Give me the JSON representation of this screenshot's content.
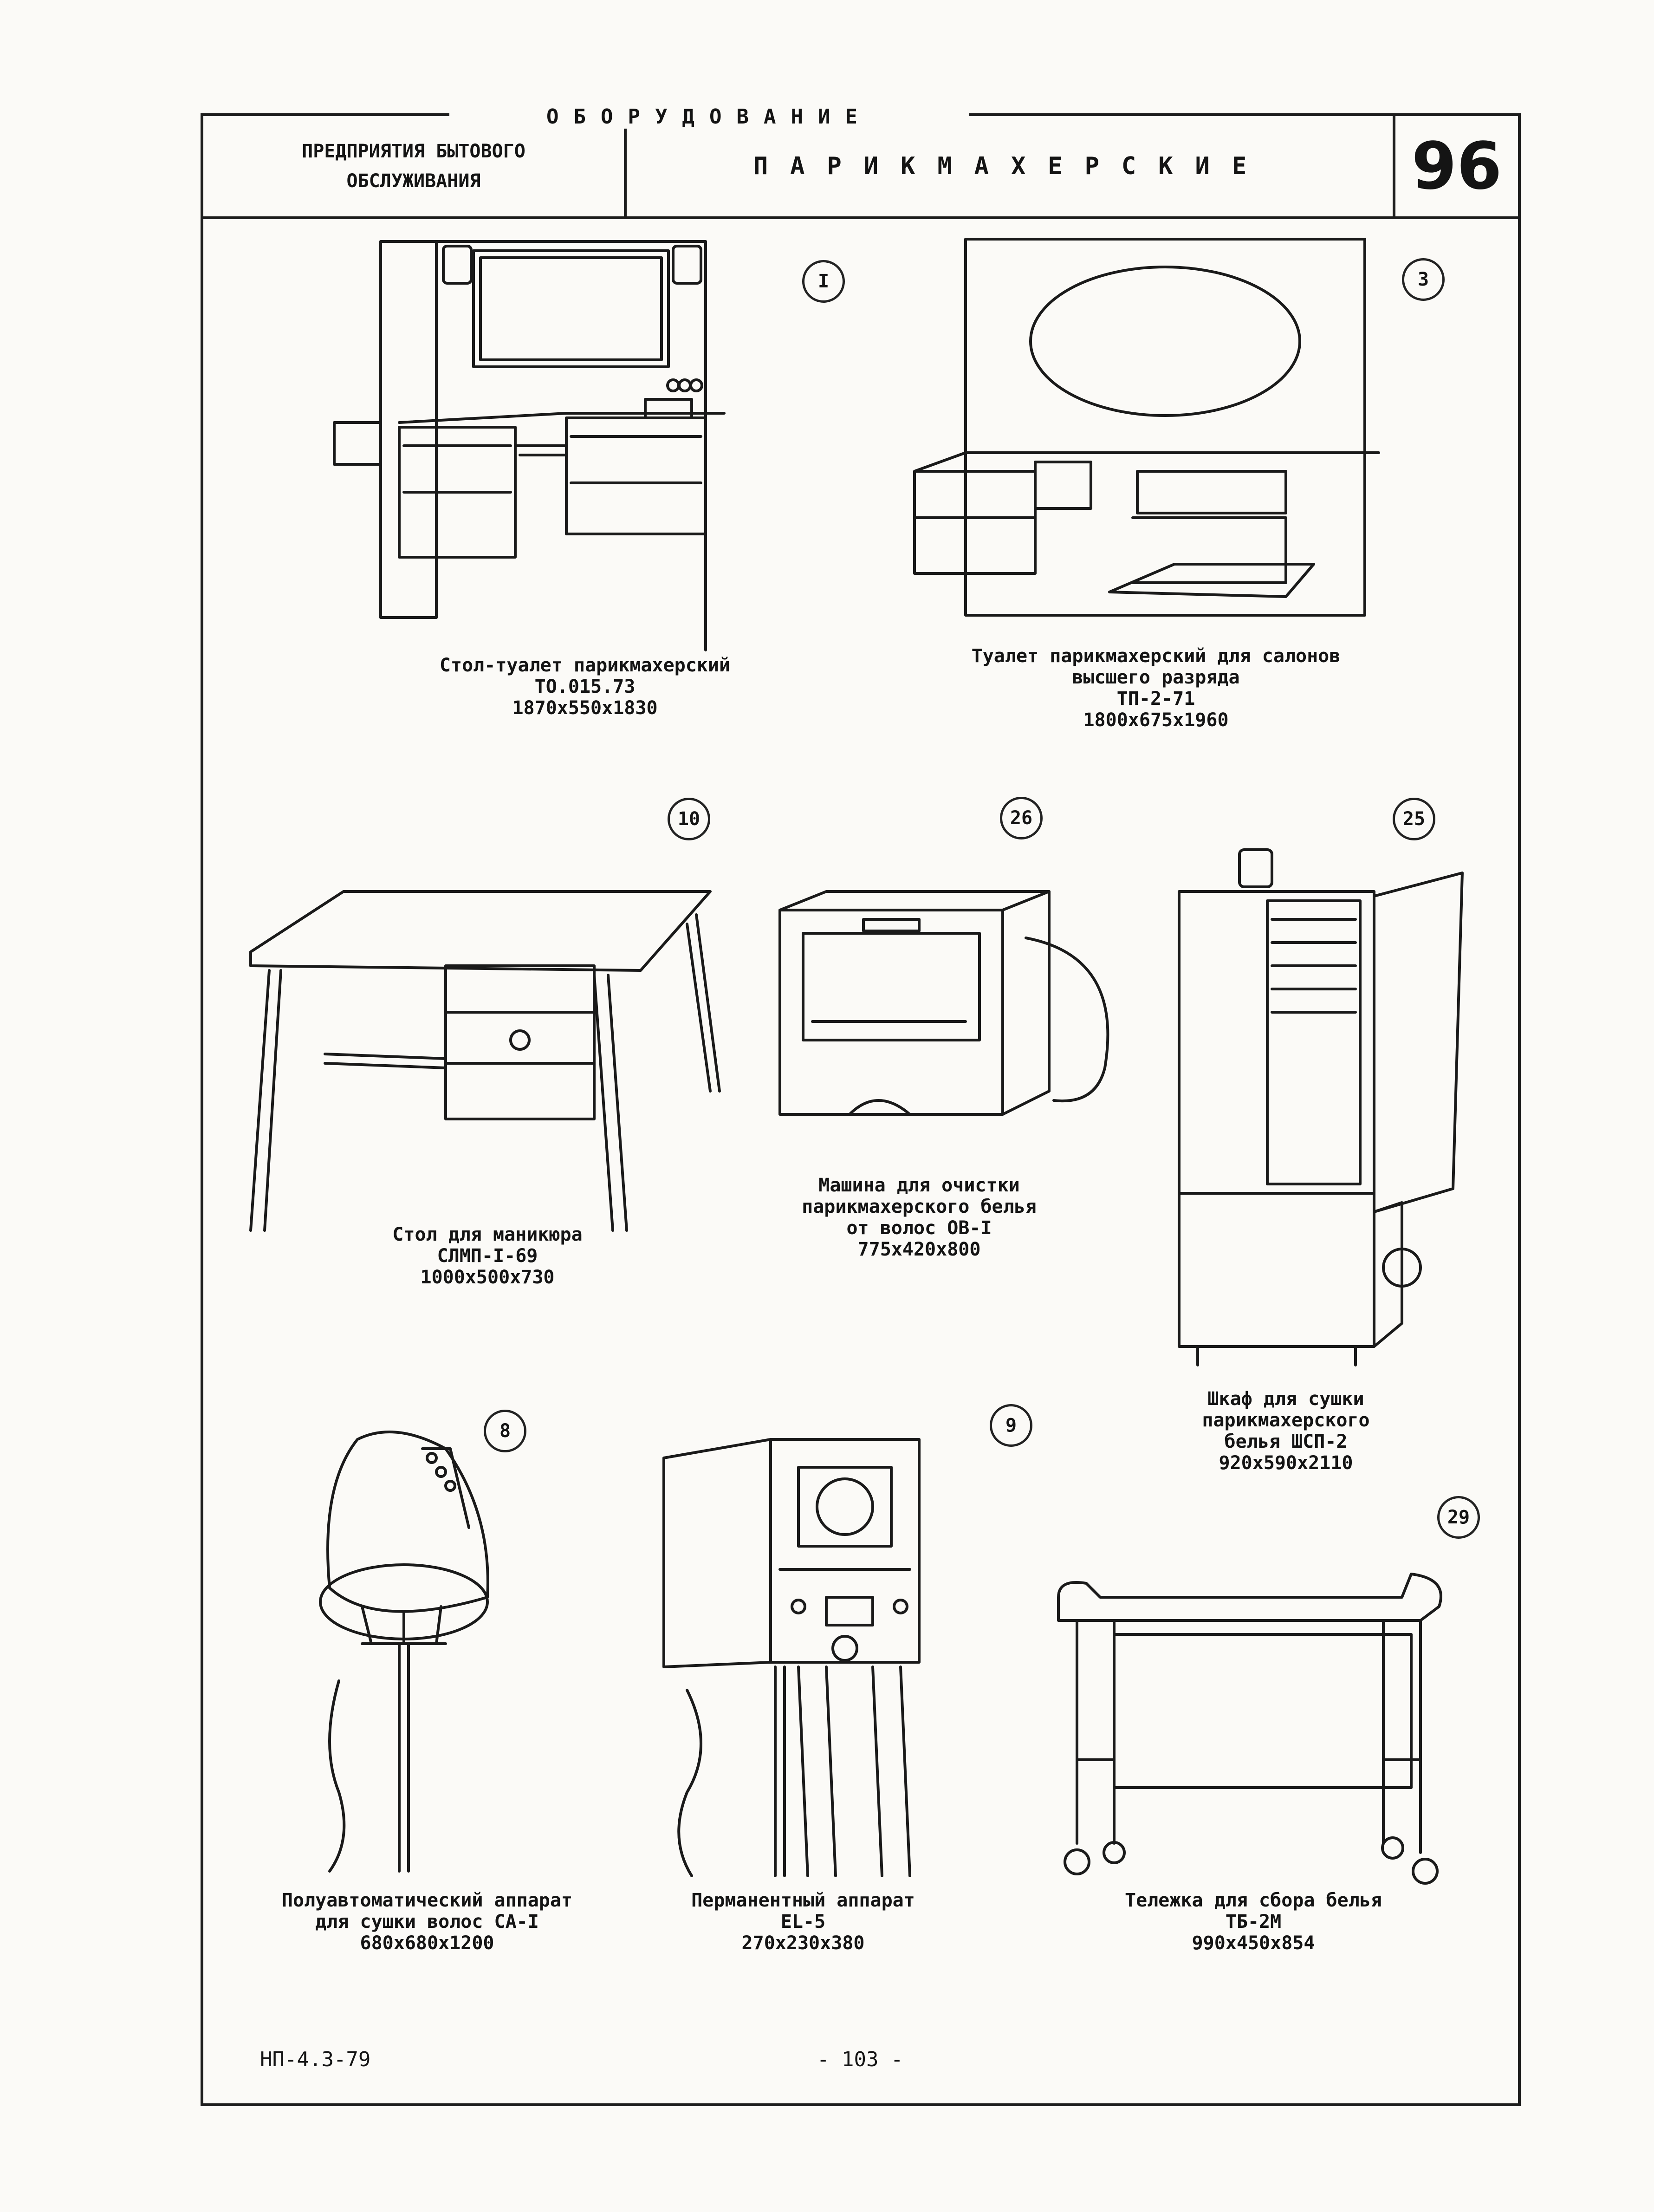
{
  "header": {
    "org_line1": "ПРЕДПРИЯТИЯ БЫТОВОГО",
    "org_line2": "ОБСЛУЖИВАНИЯ",
    "title": "ПАРИКМАХЕРСКИЕ",
    "sheet_number": "96"
  },
  "section_title": "ОБОРУДОВАНИЕ",
  "items": [
    {
      "number": "I",
      "line1": "Стол-туалет парикмахерский",
      "line2": "ТО.015.73",
      "line3": "1870x550x1830"
    },
    {
      "number": "3",
      "line1": "Туалет парикмахерский для салонов",
      "line2": "высшего разряда",
      "line3": "ТП-2-71",
      "line4": "1800x675x1960"
    },
    {
      "number": "10",
      "line1": "Стол для маникюра",
      "line2": "СЛМП-I-69",
      "line3": "1000x500x730"
    },
    {
      "number": "26",
      "line1": "Машина для очистки",
      "line2": "парикмахерского белья",
      "line3": "от волос  ОВ-I",
      "line4": "775x420x800"
    },
    {
      "number": "25",
      "line1": "Шкаф для сушки",
      "line2": "парикмахерского",
      "line3": "белья ШСП-2",
      "line4": "920x590x2110"
    },
    {
      "number": "8",
      "line1": "Полуавтоматический аппарат",
      "line2": "для сушки волос СА-I",
      "line3": "680x680x1200"
    },
    {
      "number": "9",
      "line1": "Перманентный аппарат",
      "line2": "EL-5",
      "line3": "270x230x380"
    },
    {
      "number": "29",
      "line1": "Тележка для сбора белья",
      "line2": "ТБ-2М",
      "line3": "990x450x854"
    }
  ],
  "footer": {
    "code": "НП-4.3-79",
    "page": "- 103 -"
  }
}
